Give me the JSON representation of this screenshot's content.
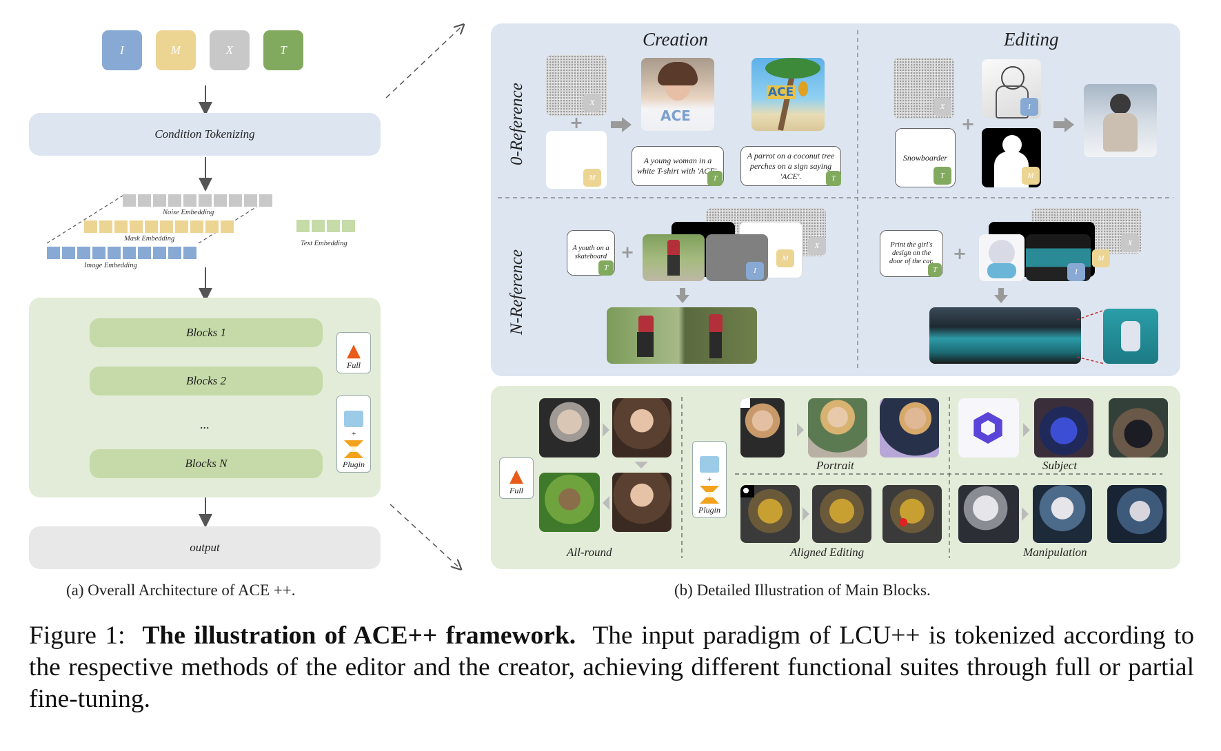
{
  "tokens": {
    "i": "I",
    "m": "M",
    "x": "X",
    "t": "T"
  },
  "arch": {
    "condition_tokenizing": "Condition Tokenizing",
    "noise_embedding": "Noise Embedding",
    "mask_embedding": "Mask Embedding",
    "image_embedding": "Image Embedding",
    "text_embedding": "Text Embedding",
    "blocks_1": "Blocks 1",
    "blocks_2": "Blocks 2",
    "ellipsis": "...",
    "blocks_n": "Blocks N",
    "full": "Full",
    "plugin": "Plugin",
    "plus": "+",
    "output": "output"
  },
  "detail": {
    "creation": "Creation",
    "editing": "Editing",
    "zero_reference": "0-Reference",
    "n_reference": "N-Reference",
    "prompt_woman": "A young woman in a white T-shirt with 'ACE'.",
    "prompt_parrot": "A parrot on a coconut tree perches on a sign saying 'ACE'.",
    "prompt_snowboarder": "Snowboarder",
    "prompt_youth": "A youth on a skateboard",
    "prompt_print": "Print the girl's design on the door of the car.",
    "shirt_text": "ACE",
    "sign_text": "ACE"
  },
  "bottom": {
    "full": "Full",
    "plugin": "Plugin",
    "all_round": "All-round",
    "portrait": "Portrait",
    "subject": "Subject",
    "aligned_editing": "Aligned Editing",
    "manipulation": "Manipulation"
  },
  "captions": {
    "a": "(a) Overall Architecture of ACE ++.",
    "b": "(b) Detailed Illustration of Main Blocks."
  },
  "figure": {
    "label": "Figure 1:",
    "bold": "The illustration of ACE++ framework.",
    "text": "The input paradigm of LCU++ is tokenized according to the respective methods of the editor and the creator, achieving different functional suites through full or partial fine-tuning."
  },
  "colors": {
    "image": "#87a9d3",
    "mask": "#ecd493",
    "noise": "#c8c8c8",
    "text": "#82aa5e",
    "panel_blue": "#dce5f0",
    "panel_green": "#e3ecd8",
    "block": "#c5daa8",
    "output": "#e8e8e8"
  }
}
